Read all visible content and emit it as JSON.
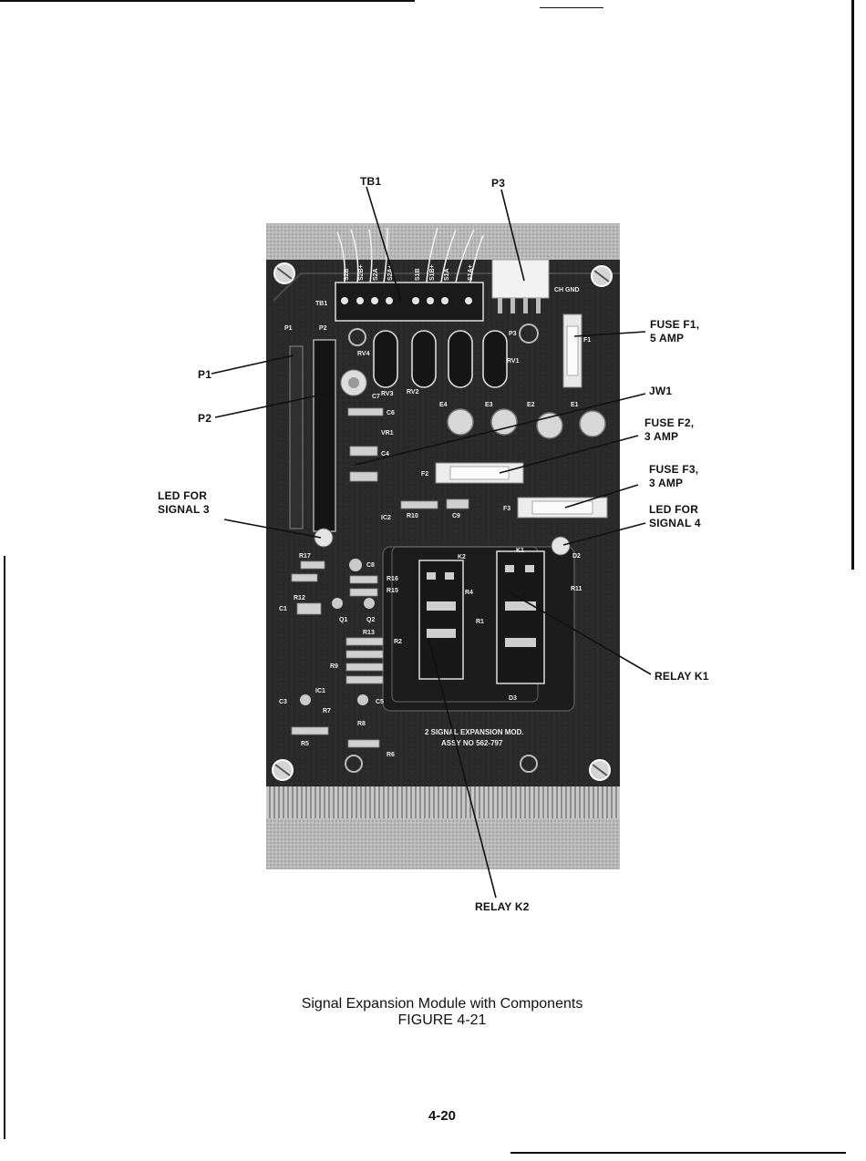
{
  "callouts": {
    "tb1": "TB1",
    "p3": "P3",
    "fuse_f1": [
      "FUSE F1,",
      "5 AMP"
    ],
    "jw1": "JW1",
    "p1": "P1",
    "p2": "P2",
    "fuse_f2": [
      "FUSE F2,",
      "3 AMP"
    ],
    "fuse_f3": [
      "FUSE F3,",
      "3 AMP"
    ],
    "led_signal_3": [
      "LED FOR",
      "SIGNAL 3"
    ],
    "led_signal_4": [
      "LED FOR",
      "SIGNAL 4"
    ],
    "relay_k1": "RELAY K1",
    "relay_k2": "RELAY K2"
  },
  "board_silkscreen": {
    "terminal_labels": [
      "S2B",
      "S2B+",
      "S2A",
      "S2A+",
      "S1B",
      "S1B+",
      "S1A",
      "S1A+"
    ],
    "tb1": "TB1",
    "p1": "P1",
    "p2": "P2",
    "p3": "P3",
    "ch_gnd": "CH GND",
    "f1": "F1",
    "f2": "F2",
    "f3": "F3",
    "rv1": "RV1",
    "rv2": "RV2",
    "rv3": "RV3",
    "rv4": "RV4",
    "c4": "C4",
    "c6": "C6",
    "c7": "C7",
    "vr1": "VR1",
    "e1": "E1",
    "e2": "E2",
    "e3": "E3",
    "e4": "E4",
    "r10": "R10",
    "c9": "C9",
    "ic2": "IC2",
    "k1": "K1",
    "k2": "K2",
    "r4": "R4",
    "r1": "R1",
    "d2": "D2",
    "d3": "D3",
    "r11": "R11",
    "r17": "R17",
    "r16": "R16",
    "r15": "R15",
    "c8": "C8",
    "r12": "R12",
    "c1": "C1",
    "q1": "Q1",
    "q2": "Q2",
    "r13": "R13",
    "r9": "R9",
    "r2": "R2",
    "ic1": "IC1",
    "c3": "C3",
    "c5": "C5",
    "r7": "R7",
    "r8": "R8",
    "r5": "R5",
    "r6": "R6",
    "module_line1": "2 SIGNAL EXPANSION MOD.",
    "module_line2": "ASSY NO 562-797"
  },
  "caption": {
    "title": "Signal Expansion Module with Components",
    "figure": "FIGURE 4-21"
  },
  "page_number": "4-20"
}
